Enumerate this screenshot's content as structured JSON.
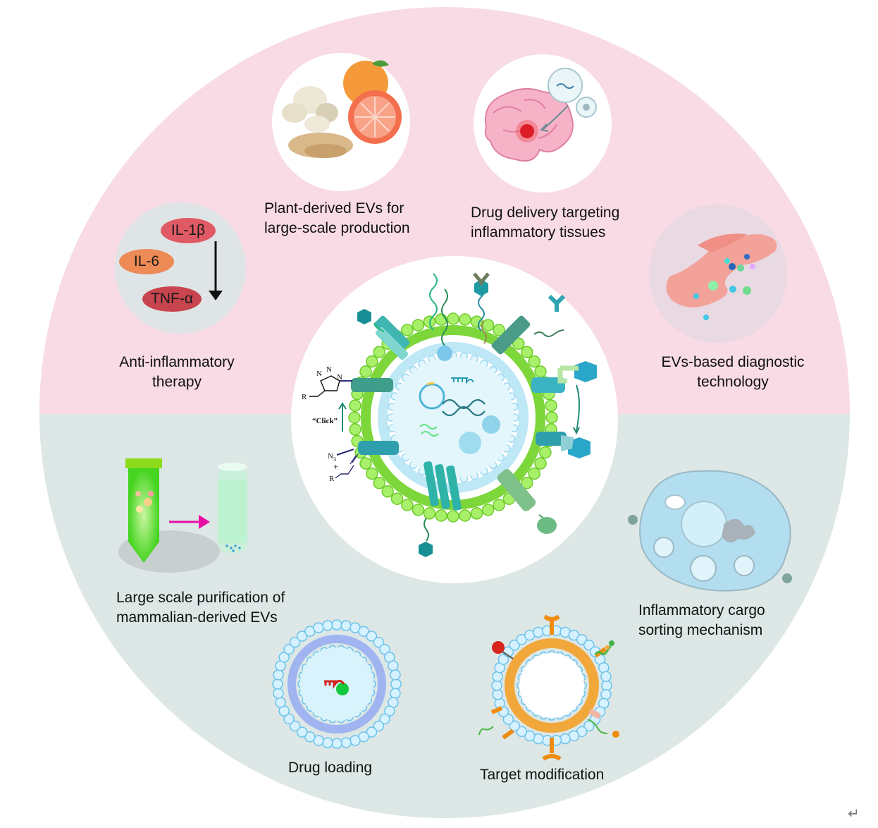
{
  "labels": {
    "plant": [
      "Plant-derived EVs for",
      "large-scale production"
    ],
    "drug_delivery": [
      "Drug delivery targeting",
      "inflammatory tissues"
    ],
    "anti_inflammatory": [
      "Anti-inflammatory",
      "therapy"
    ],
    "diagnostic": [
      "EVs-based diagnostic",
      "technology"
    ],
    "purification": [
      "Large scale purification of",
      "mammalian-derived EVs"
    ],
    "sorting": [
      "Inflammatory cargo",
      "sorting mechanism"
    ],
    "drug_loading": "Drug loading",
    "target_modification": "Target modification"
  },
  "cytokines": [
    "IL-1β",
    "IL-6",
    "TNF-α"
  ],
  "chemistry": {
    "click": "“Click”",
    "r_top": "R",
    "r_bottom": "R",
    "n1": "N",
    "n2": "N",
    "n3": "N",
    "azide": "N",
    "azide_sub": "3",
    "plus": "+"
  },
  "colors": {
    "top_half": "#f8dbe4",
    "bottom_half": "#dce7e6",
    "membrane_green": "#7dd63a",
    "membrane_light_blue": "#9ed8ee",
    "protein_teal": "#1aa4a0",
    "target_orange": "#f29a1d"
  },
  "return_glyph": "↵"
}
